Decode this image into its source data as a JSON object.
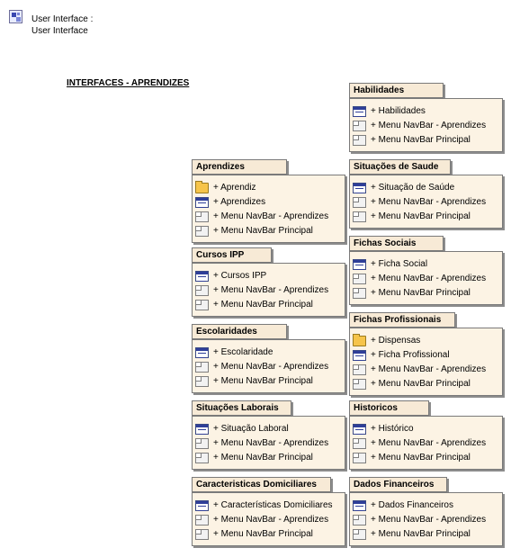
{
  "header": {
    "line1": "User Interface :",
    "line2": "User Interface"
  },
  "diagram_title": "INTERFACES - APRENDIZES",
  "packages": [
    {
      "id": "habilidades",
      "title": "Habilidades",
      "items": [
        {
          "icon": "form-icon",
          "label": "+ Habilidades"
        },
        {
          "icon": "menu-icon",
          "label": "+ Menu NavBar - Aprendizes"
        },
        {
          "icon": "menu-icon",
          "label": "+ Menu NavBar Principal"
        }
      ]
    },
    {
      "id": "aprendizes",
      "title": "Aprendizes",
      "items": [
        {
          "icon": "folder-icon",
          "label": "+ Aprendiz"
        },
        {
          "icon": "form-icon",
          "label": "+ Aprendizes"
        },
        {
          "icon": "menu-icon",
          "label": "+ Menu NavBar - Aprendizes"
        },
        {
          "icon": "menu-icon",
          "label": "+ Menu NavBar Principal"
        }
      ]
    },
    {
      "id": "situacoes-de-saude",
      "title": "Situações de Saude",
      "items": [
        {
          "icon": "form-icon",
          "label": "+ Situação de Saúde"
        },
        {
          "icon": "menu-icon",
          "label": "+ Menu NavBar - Aprendizes"
        },
        {
          "icon": "menu-icon",
          "label": "+ Menu NavBar Principal"
        }
      ]
    },
    {
      "id": "cursos-ipp",
      "title": "Cursos IPP",
      "items": [
        {
          "icon": "form-icon",
          "label": "+ Cursos IPP"
        },
        {
          "icon": "menu-icon",
          "label": "+ Menu NavBar - Aprendizes"
        },
        {
          "icon": "menu-icon",
          "label": "+ Menu NavBar Principal"
        }
      ]
    },
    {
      "id": "fichas-sociais",
      "title": "Fichas Sociais",
      "items": [
        {
          "icon": "form-icon",
          "label": "+ Ficha Social"
        },
        {
          "icon": "menu-icon",
          "label": "+ Menu NavBar - Aprendizes"
        },
        {
          "icon": "menu-icon",
          "label": "+ Menu NavBar Principal"
        }
      ]
    },
    {
      "id": "escolaridades",
      "title": "Escolaridades",
      "items": [
        {
          "icon": "form-icon",
          "label": "+ Escolaridade"
        },
        {
          "icon": "menu-icon",
          "label": "+ Menu NavBar - Aprendizes"
        },
        {
          "icon": "menu-icon",
          "label": "+ Menu NavBar Principal"
        }
      ]
    },
    {
      "id": "fichas-profissionais",
      "title": "Fichas Profissionais",
      "items": [
        {
          "icon": "folder-icon",
          "label": "+ Dispensas"
        },
        {
          "icon": "form-icon",
          "label": "+ Ficha Profissional"
        },
        {
          "icon": "menu-icon",
          "label": "+ Menu NavBar - Aprendizes"
        },
        {
          "icon": "menu-icon",
          "label": "+ Menu NavBar Principal"
        }
      ]
    },
    {
      "id": "situacoes-laborais",
      "title": "Situações Laborais",
      "items": [
        {
          "icon": "form-icon",
          "label": "+ Situação Laboral"
        },
        {
          "icon": "menu-icon",
          "label": "+ Menu NavBar - Aprendizes"
        },
        {
          "icon": "menu-icon",
          "label": "+ Menu NavBar Principal"
        }
      ]
    },
    {
      "id": "historicos",
      "title": "Historicos",
      "items": [
        {
          "icon": "form-icon",
          "label": "+ Histórico"
        },
        {
          "icon": "menu-icon",
          "label": "+ Menu NavBar - Aprendizes"
        },
        {
          "icon": "menu-icon",
          "label": "+ Menu NavBar Principal"
        }
      ]
    },
    {
      "id": "caracteristicas-domiciliares",
      "title": "Caracteristicas Domiciliares",
      "items": [
        {
          "icon": "form-icon",
          "label": "+ Características Domiciliares"
        },
        {
          "icon": "menu-icon",
          "label": "+ Menu NavBar - Aprendizes"
        },
        {
          "icon": "menu-icon",
          "label": "+ Menu NavBar Principal"
        }
      ]
    },
    {
      "id": "dados-financeiros",
      "title": "Dados Financeiros",
      "items": [
        {
          "icon": "form-icon",
          "label": "+ Dados Financeiros"
        },
        {
          "icon": "menu-icon",
          "label": "+ Menu NavBar - Aprendizes"
        },
        {
          "icon": "menu-icon",
          "label": "+ Menu NavBar Principal"
        }
      ]
    }
  ]
}
